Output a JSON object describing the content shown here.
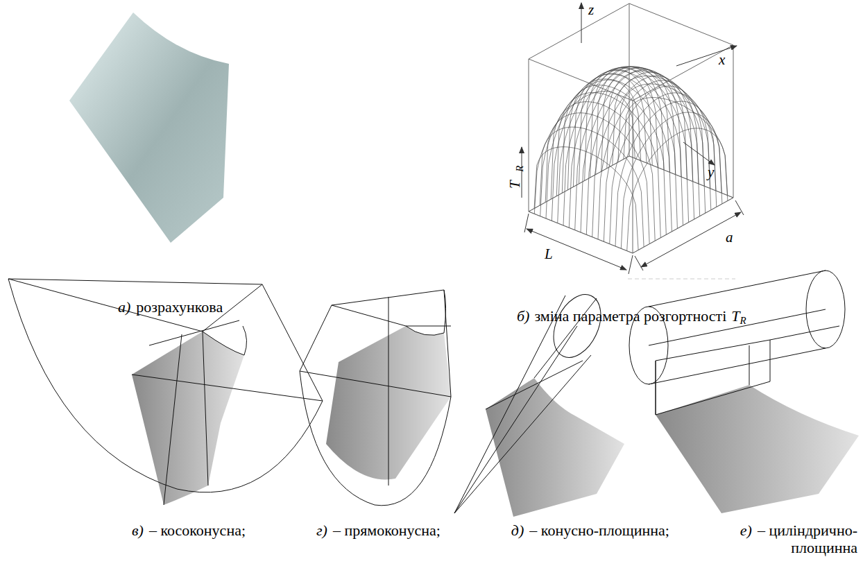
{
  "diagram": {
    "labels": [
      "а)",
      "розрахункова",
      "б)",
      "зміна параметра розгортності",
      "T",
      "R",
      "z",
      "x",
      "y",
      "T",
      "R",
      "L",
      "a",
      "в)",
      "– косоконусна;",
      "г)",
      "– прямоконусна;",
      "д)",
      "– конусно-площинна;",
      "е)",
      "– циліндрично-площинна"
    ]
  }
}
